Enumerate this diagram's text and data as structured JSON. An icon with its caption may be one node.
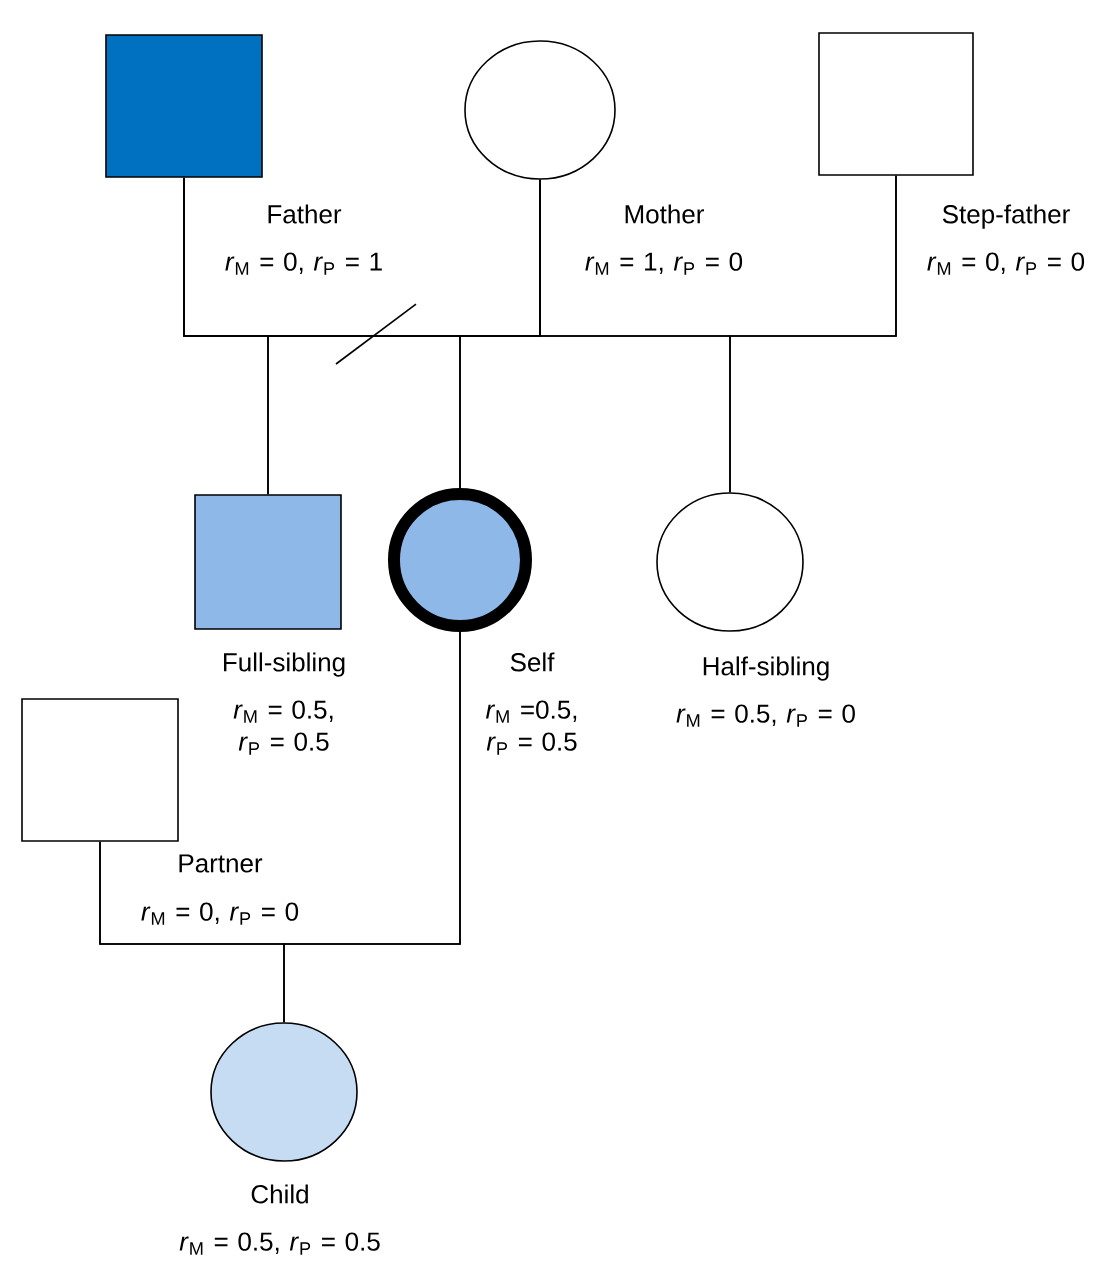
{
  "diagram": {
    "nodes": [
      {
        "text": [],
        "shape": "box",
        "beside": [
          "Father",
          "*r*$_{M}$ = 0, *r*$_{P}$ = 1"
        ]
      },
      {
        "text": [],
        "shape": "circle",
        "beside": [
          "Mother",
          "*r*$_{M}$ = 1, *r*$_{P}$ = 0"
        ]
      },
      {
        "text": [],
        "shape": "box",
        "beside": [
          "Step-father",
          "*r*$_{M}$ = 0, *r*$_{P}$ = 0"
        ]
      },
      {
        "text": [],
        "shape": "box",
        "beside": [
          "Full-sibling",
          "*r*$_{M}$ = 0.5, *r*$_{P}$ = 0.5"
        ]
      },
      {
        "text": [],
        "shape": "circle",
        "beside": [
          "Self",
          "*r*$_{M}$ =0.5, *r*$_{P}$ = 0.5"
        ]
      },
      {
        "text": [],
        "shape": "circle",
        "beside": [
          "Half-sibling",
          "*r*$_{M}$ = 0.5, *r*$_{P}$ = 0"
        ]
      },
      {
        "text": [],
        "shape": "box",
        "beside": [
          "Partner",
          "*r*$_{M}$ = 0, *r*$_{P}$ = 0"
        ]
      },
      {
        "text": [],
        "shape": "circle",
        "beside": [
          "Child",
          "*r*$_{M}$ = 0.5, *r*$_{P}$ = 0.5"
        ]
      }
    ],
    "edges": [
      {
        "from": 0,
        "to": 1,
        "arrow": "none"
      },
      {
        "from": 1,
        "to": 2,
        "arrow": "none"
      },
      {
        "from": 0,
        "to": 3,
        "arrow": "none"
      },
      {
        "from": 1,
        "to": 3,
        "arrow": "none"
      },
      {
        "from": 0,
        "to": 4,
        "arrow": "none"
      },
      {
        "from": 1,
        "to": 4,
        "arrow": "none"
      },
      {
        "from": 1,
        "to": 5,
        "arrow": "none"
      },
      {
        "from": 2,
        "to": 5,
        "arrow": "none"
      },
      {
        "from": 6,
        "to": 4,
        "arrow": "none"
      },
      {
        "from": 6,
        "to": 7,
        "arrow": "none"
      },
      {
        "from": 4,
        "to": 7,
        "arrow": "none"
      }
    ]
  }
}
